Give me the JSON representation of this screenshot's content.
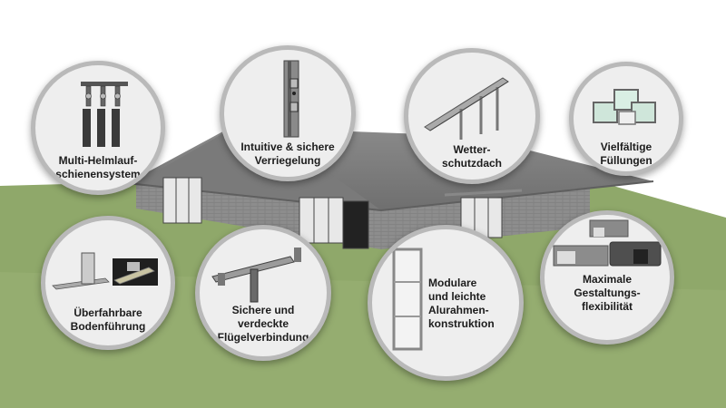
{
  "features": [
    {
      "id": "multi-helmlauf",
      "label": "Multi-Helmlauf-\nschienensystem",
      "icon": "roller-track-icon"
    },
    {
      "id": "verriegelung",
      "label": "Intuitive & sichere\nVerriegelung",
      "icon": "lock-profile-icon"
    },
    {
      "id": "wetterschutzdach",
      "label": "Wetter-\nschutzdach",
      "icon": "canopy-icon"
    },
    {
      "id": "fuellungen",
      "label": "Vielfältige\nFüllungen",
      "icon": "panel-fillings-icon"
    },
    {
      "id": "bodenfuehrung",
      "label": "Überfahrbare\nBodenführung",
      "icon": "floor-guide-icon"
    },
    {
      "id": "fluegelverbindung",
      "label": "Sichere und\nverdeckte\nFlügelverbindung",
      "icon": "wing-connector-icon"
    },
    {
      "id": "alurahmen",
      "label": "Modulare\nund leichte\nAlurahmen-\nkonstruktion",
      "icon": "alu-frame-icon"
    },
    {
      "id": "gestaltung",
      "label": "Maximale\nGestaltungs-\nflexibilität",
      "icon": "building-variants-icon"
    }
  ],
  "colors": {
    "lawn": "#8fa86a",
    "roof": "#7f7f7f",
    "wall": "#8c8c8c",
    "circle_fill": "#eeeeee",
    "circle_border": "#b9b9b9"
  }
}
